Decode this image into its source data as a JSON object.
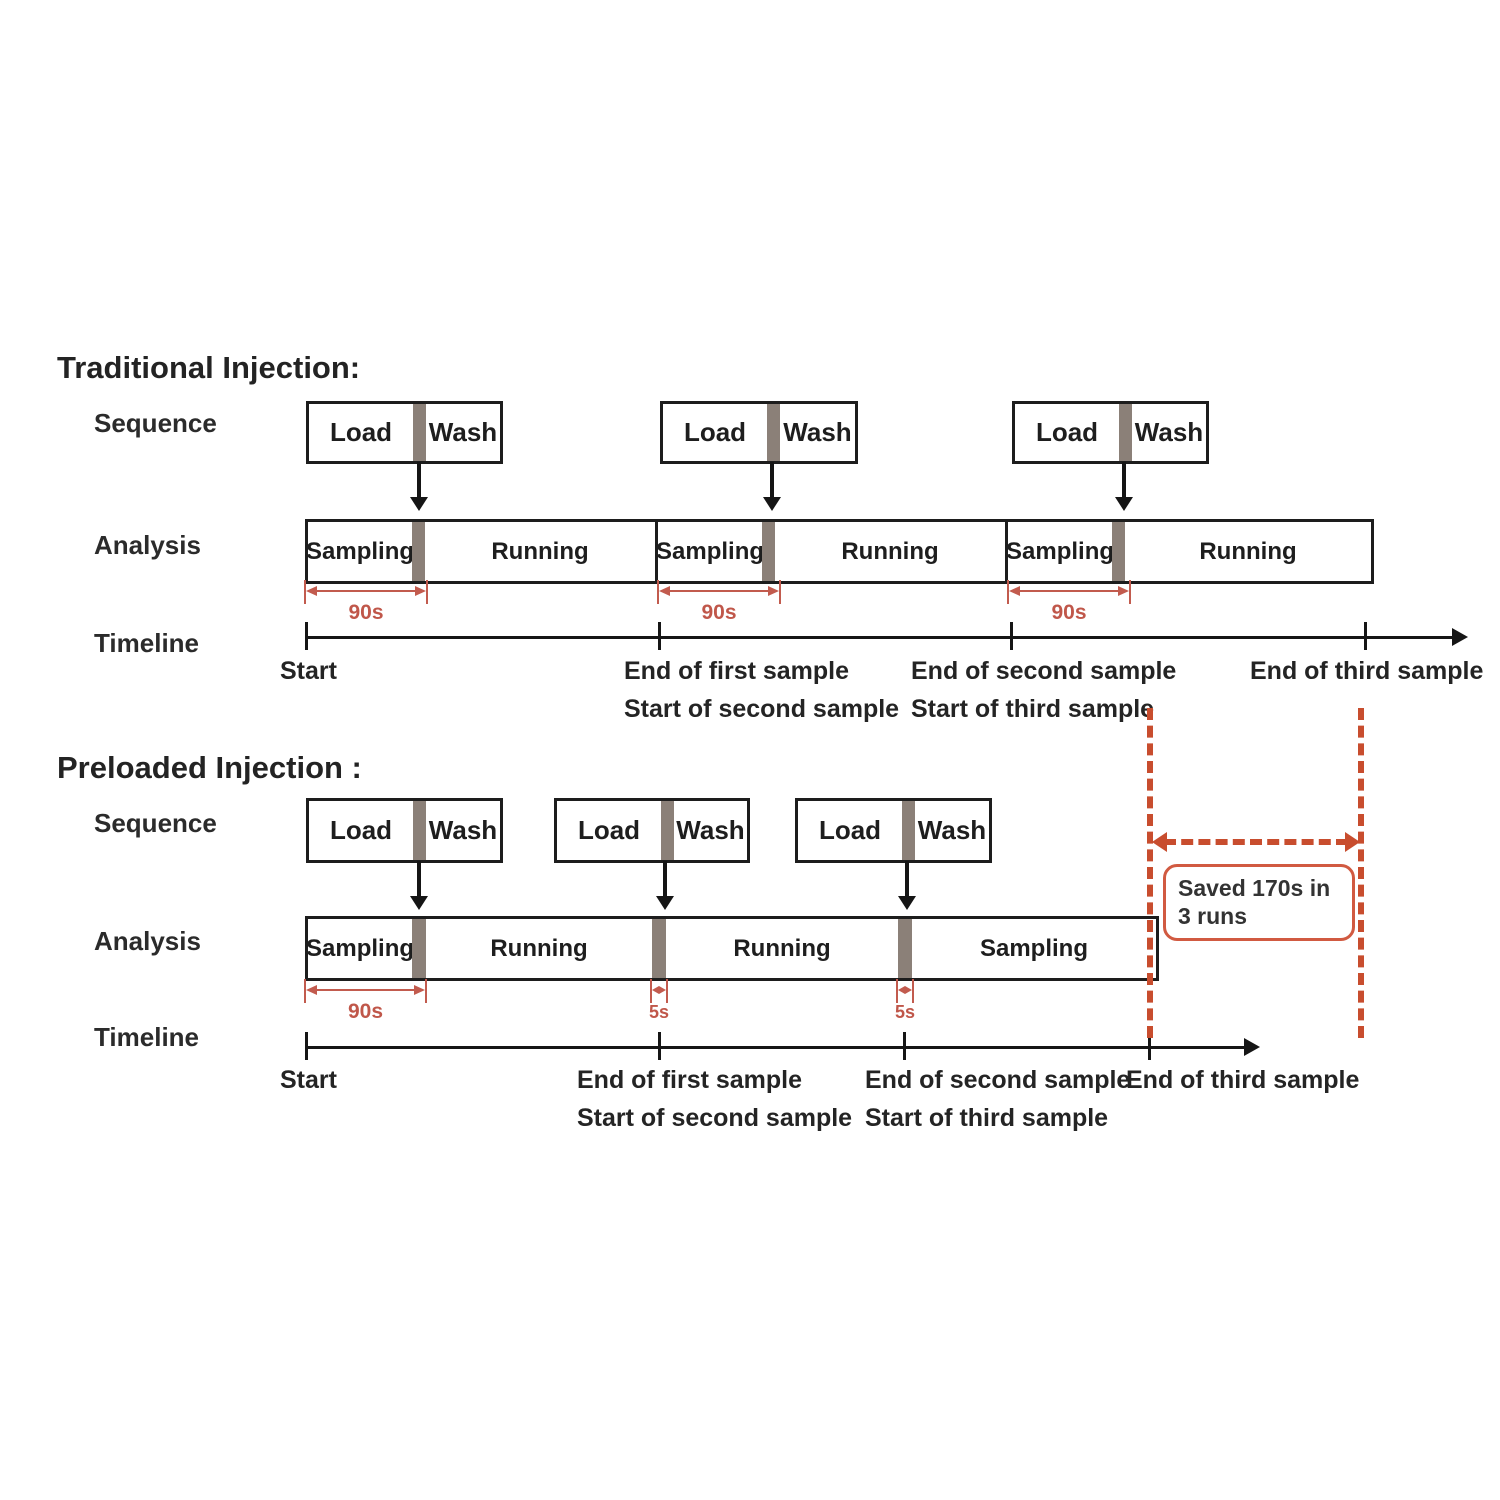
{
  "diagram": {
    "traditional": {
      "title": "Traditional Injection:",
      "row_labels": {
        "sequence": "Sequence",
        "analysis": "Analysis",
        "timeline": "Timeline"
      },
      "sequence_boxes": [
        {
          "load": "Load",
          "wash": "Wash"
        },
        {
          "load": "Load",
          "wash": "Wash"
        },
        {
          "load": "Load",
          "wash": "Wash"
        }
      ],
      "analysis_segments": {
        "s1": "Sampling",
        "r1": "Running",
        "s2": "Sampling",
        "r2": "Running",
        "s3": "Sampling",
        "r3": "Running"
      },
      "durations": {
        "d1": "90s",
        "d2": "90s",
        "d3": "90s"
      },
      "timeline_labels": {
        "start": "Start",
        "end_first": "End of first sample",
        "start_second": "Start of second sample",
        "end_second": "End of second sample",
        "start_third": "Start of third sample",
        "end_third": "End of third sample"
      }
    },
    "preloaded": {
      "title": "Preloaded Injection :",
      "row_labels": {
        "sequence": "Sequence",
        "analysis": "Analysis",
        "timeline": "Timeline"
      },
      "sequence_boxes": [
        {
          "load": "Load",
          "wash": "Wash"
        },
        {
          "load": "Load",
          "wash": "Wash"
        },
        {
          "load": "Load",
          "wash": "Wash"
        }
      ],
      "analysis_segments": {
        "s1": "Sampling",
        "r1": "Running",
        "r2": "Running",
        "s2": "Sampling"
      },
      "durations": {
        "d1": "90s",
        "d2": "5s",
        "d3": "5s"
      },
      "timeline_labels": {
        "start": "Start",
        "end_first": "End of first sample",
        "start_second": "Start of second sample",
        "end_second": "End of second sample",
        "start_third": "Start of third sample",
        "end_third": "End of third sample"
      },
      "saved_note": "Saved 170s in 3 runs"
    },
    "colors": {
      "line_black": "#1d1d1d",
      "divider_gray": "#8b8078",
      "dimension_red": "#c25b4e",
      "dashed_orange": "#c84d2e",
      "saved_border": "#d15a41"
    }
  }
}
